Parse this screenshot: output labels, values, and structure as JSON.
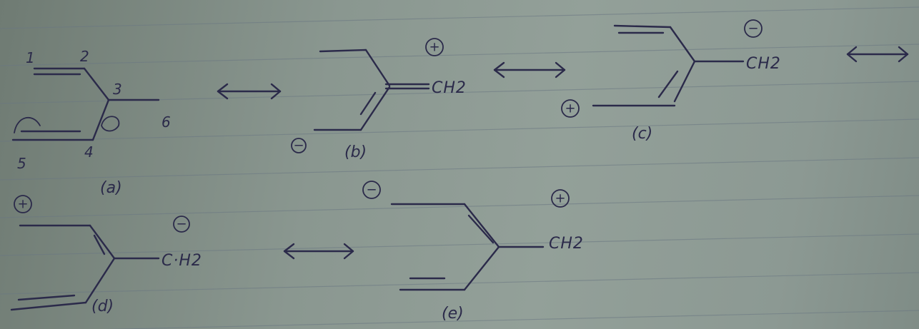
{
  "page": {
    "ink_color": "#2b2a4a",
    "paper_color": "#8c9993"
  },
  "structures": {
    "a": {
      "label": "(a)",
      "atom_numbers": [
        "1",
        "2",
        "3",
        "6",
        "5",
        "4"
      ]
    },
    "b": {
      "label": "(b)",
      "group": "CH2",
      "charge_pos": "+",
      "charge_neg": "−"
    },
    "c": {
      "label": "(c)",
      "group": "CH2",
      "charge_pos": "+",
      "charge_neg": "−"
    },
    "d": {
      "label": "(d)",
      "group": "C·H2",
      "charge_pos": "+",
      "charge_neg": "−"
    },
    "e": {
      "label": "(e)",
      "group": "CH2",
      "charge_pos": "+",
      "charge_neg": "−"
    }
  },
  "arrows": {
    "resonance_symbol": "double-headed-arrow"
  }
}
